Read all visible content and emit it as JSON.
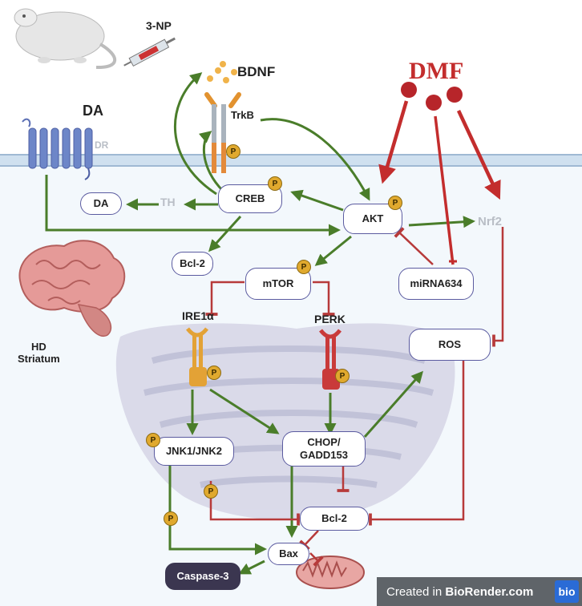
{
  "labels": {
    "toxin": "3-NP",
    "bdnf": "BDNF",
    "trkb": "TrkB",
    "da_top": "DA",
    "dr": "DR",
    "dmf": "DMF",
    "th": "TH",
    "nrf2": "Nrf2",
    "ire1a": "IRE1α",
    "perk": "PERK",
    "tissue": "HD\nStriatum"
  },
  "nodes": {
    "da": "DA",
    "creb": "CREB",
    "akt": "AKT",
    "bcl2_top": "Bcl-2",
    "mtor": "mTOR",
    "mirna": "miRNA634",
    "ros": "ROS",
    "jnk": "JNK1/JNK2",
    "chop": "CHOP/\nGADD153",
    "bcl2_bottom": "Bcl-2",
    "bax": "Bax",
    "caspase": "Caspase-3"
  },
  "phospho_badge": "P",
  "watermark": {
    "prefix": "Created in ",
    "brand": "BioRender.com",
    "logo": "bio"
  },
  "colors": {
    "activation": "#4a7d2a",
    "inhibition": "#b73a3a",
    "dmf": "#c32d2d",
    "membrane": "#bcd0e2",
    "er": "#8f8fb5",
    "node_border": "#5b5ba0"
  }
}
